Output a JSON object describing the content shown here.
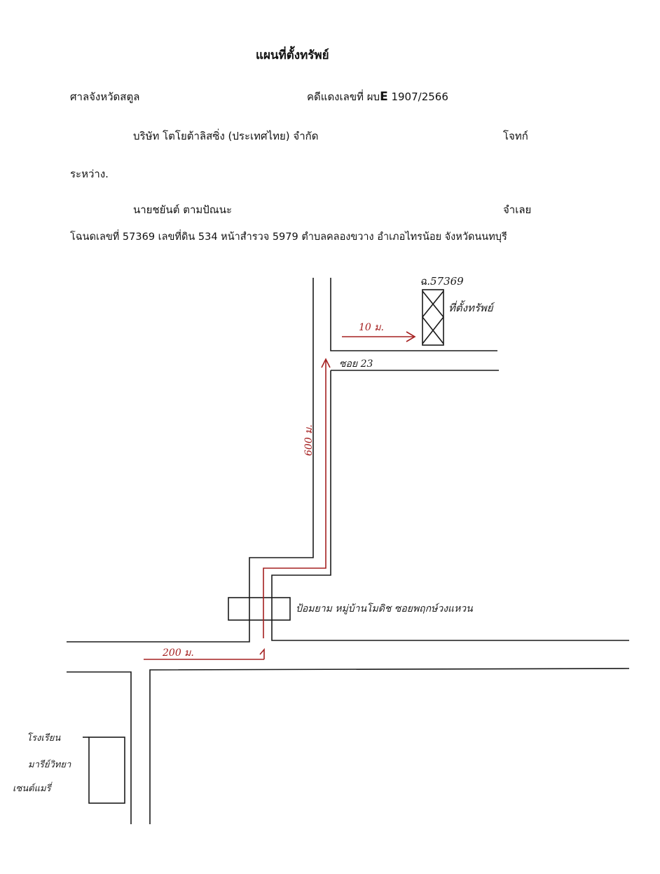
{
  "document": {
    "title": "แผนที่ตั้งทรัพย์",
    "court": "ศาลจังหวัดสตูล",
    "case_label": "คดีแดงเลขที่ ผบ",
    "case_letter": "E",
    "case_number": "1907/2566",
    "plaintiff_name": "บริษัท โตโยต้าลิสซิ่ง (ประเทศไทย) จำกัด",
    "plaintiff_role": "โจทก์",
    "between": "ระหว่าง.",
    "defendant_name": "นายชยันต์ ตามปัณนะ",
    "defendant_role": "จำเลย",
    "deed_line": "โฉนดเลขที่ 57369   เลขที่ดิน 534  หน้าสำรวจ 5979  ตำบลคลองขวาง  อำเภอไทรน้อย  จังหวัดนนทบุรี"
  },
  "map": {
    "deed_label": "ฉ.57369",
    "property_label": "ที่ตั้งทรัพย์",
    "dist_to_property": "10 ม.",
    "soi_label": "ซอย 23",
    "dist_soi": "600 ม.",
    "landmark_label": "ป้อมยาม หมู่บ้านโมดิช ซอยพฤกษ์วงแหวน",
    "dist_main": "200 ม.",
    "school_line1": "โรงเรียน",
    "school_line2": "มารีย์วิทยา",
    "school_line3": "เซนต์แมรี่",
    "colors": {
      "ink": "#1a1a1a",
      "route": "#a52020"
    }
  }
}
